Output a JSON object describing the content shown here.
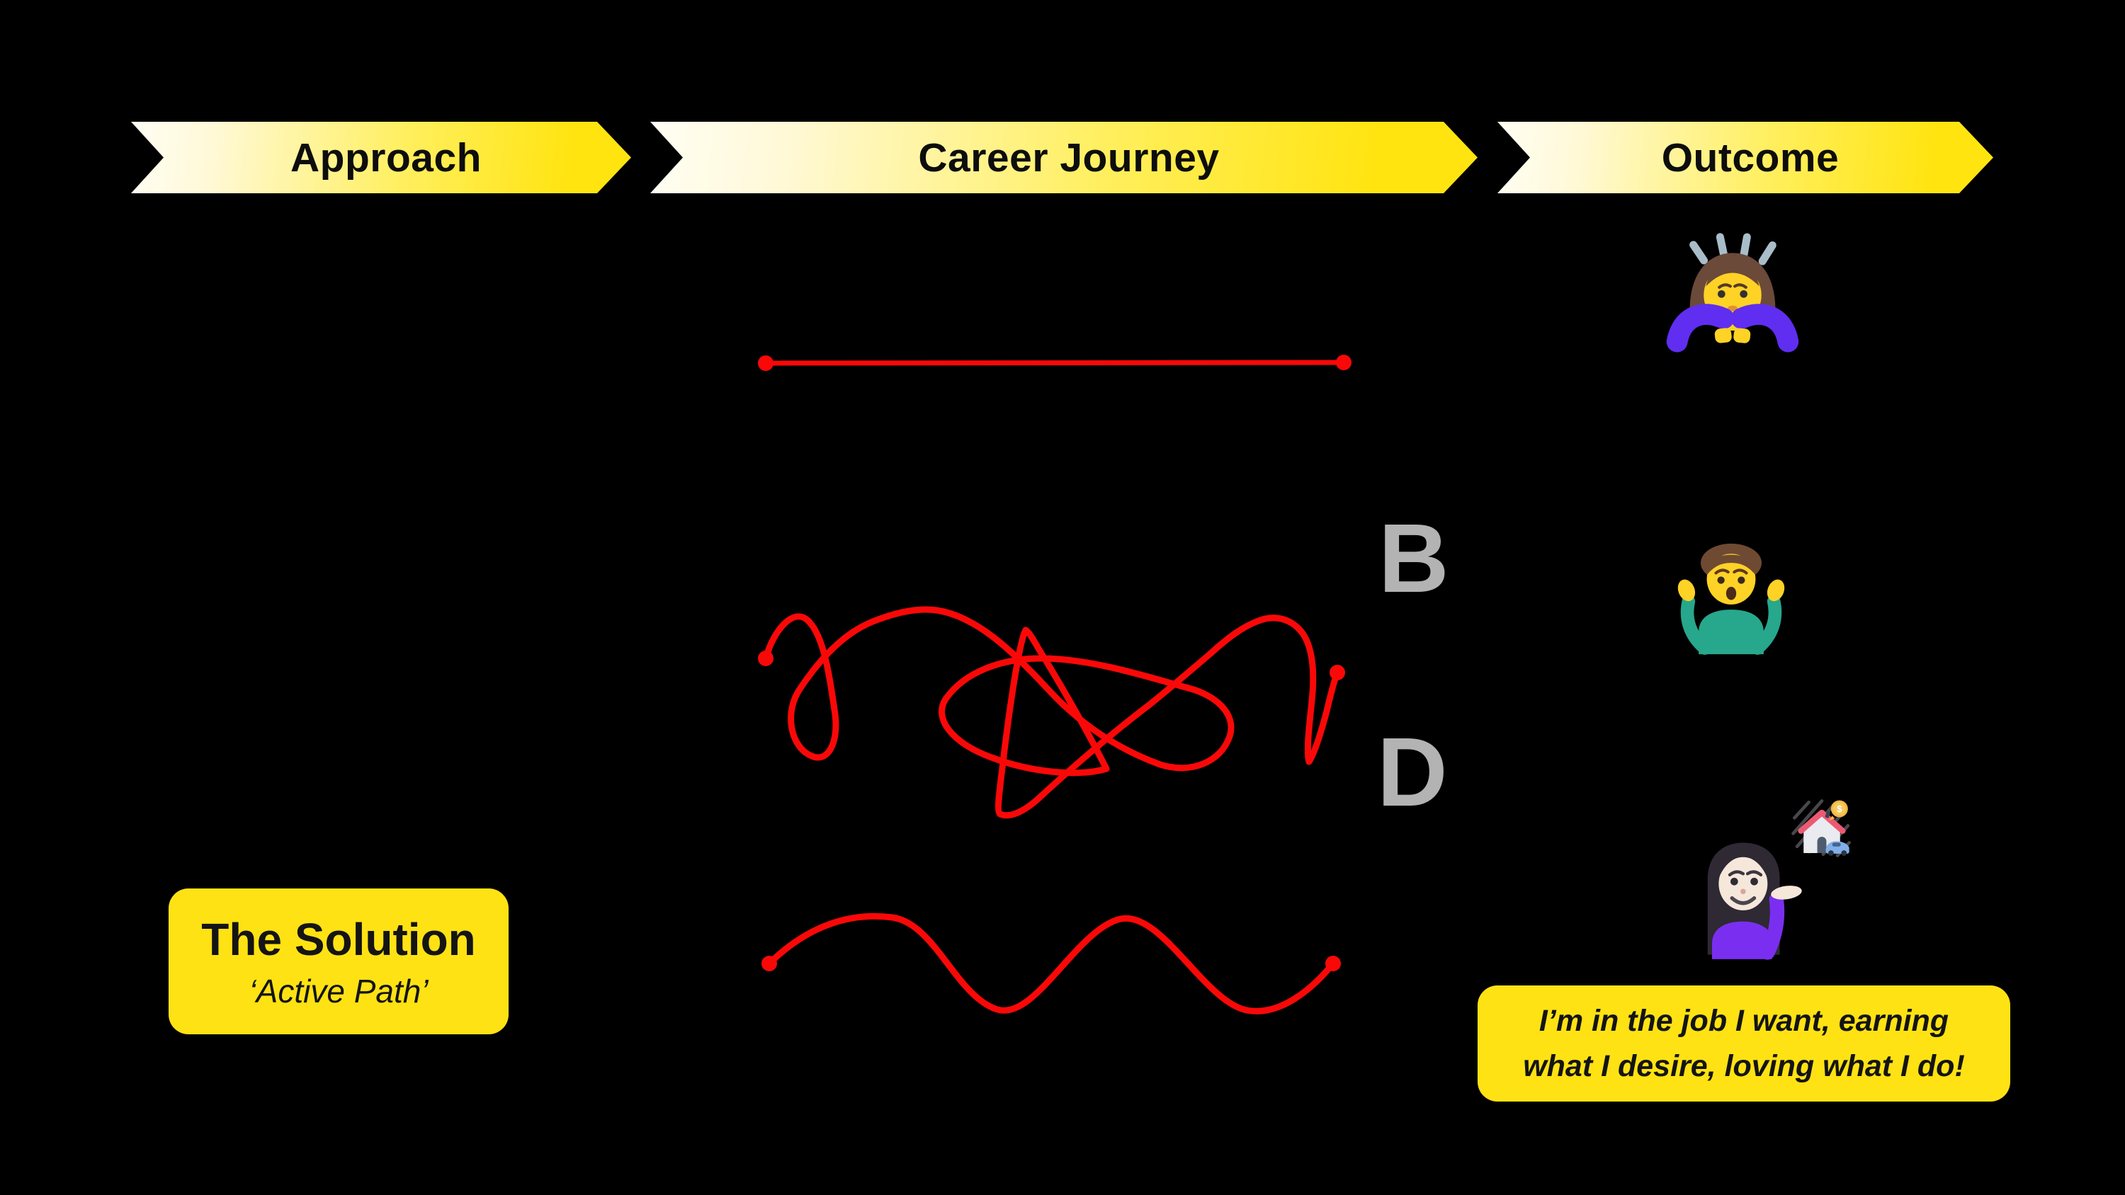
{
  "header": {
    "steps": [
      {
        "label": "Approach"
      },
      {
        "label": "Career Journey"
      },
      {
        "label": "Outcome"
      }
    ]
  },
  "letters": {
    "b": "B",
    "d": "D"
  },
  "solution_box": {
    "title": "The Solution",
    "subtitle": "‘Active Path’"
  },
  "speech_bubble": {
    "line1": "I’m in the job I want, earning",
    "line2": "what I desire, loving what I do!"
  },
  "journey_lines": [
    {
      "id": "straight-line",
      "style": "straight"
    },
    {
      "id": "scribble-line",
      "style": "chaotic scribble"
    },
    {
      "id": "wavy-line",
      "style": "smooth wave"
    }
  ],
  "outcome_icons": [
    "woman-bowing-emoji",
    "man-shrugging-emoji",
    "woman-tipping-hand-emoji",
    "house-car-money-icon"
  ],
  "colors": {
    "background": "#000000",
    "accent_yellow": "#ffe213",
    "ribbon_gradient_from": "#fffef4",
    "ribbon_gradient_to": "#ffe40f",
    "line_red": "#fa0808",
    "letter_gray": "#b3b3b3",
    "text_black": "#0d0d0d"
  }
}
